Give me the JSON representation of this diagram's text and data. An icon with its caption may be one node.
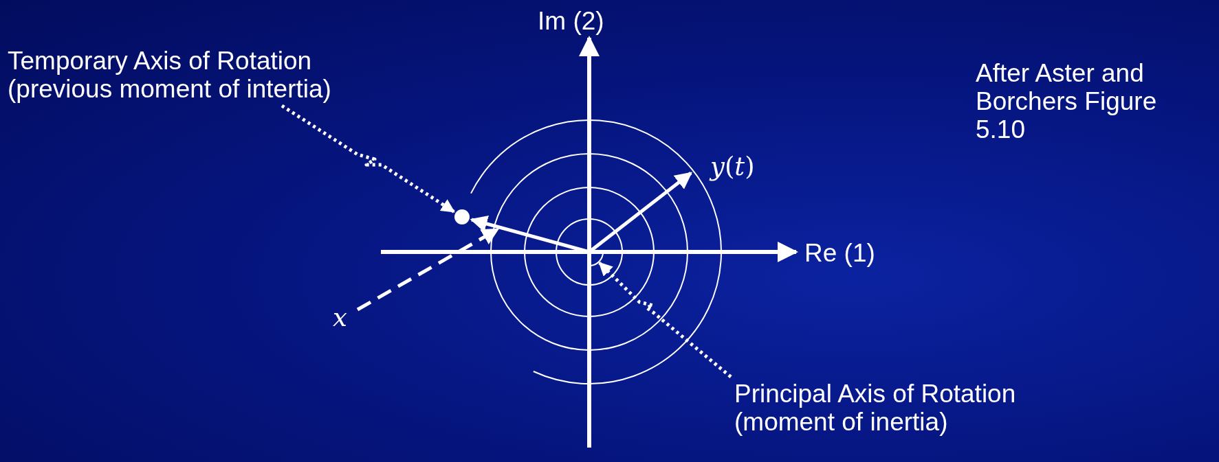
{
  "diagram": {
    "nodes": [
      {
        "text": [
          "Temporary Axis of Rotation (previous moment of intertia)"
        ]
      },
      {
        "text": [],
        "shape": "circle"
      },
      {
        "text": [
          "Principal Axis of Rotation (moment of inertia)"
        ]
      },
      {
        "text": [],
        "shape": "arc"
      }
    ],
    "edges": [
      {
        "from": 0,
        "to": 1,
        "arrow": "to",
        "style": "dashed"
      },
      {
        "from": 2,
        "to": 3,
        "arrow": "to",
        "style": "dashed"
      }
    ],
    "labels": [
      "Im (2)",
      "Re (1)",
      "*y*(*t*)",
      "x",
      "After Aster and Borchers Figure 5.10"
    ]
  }
}
